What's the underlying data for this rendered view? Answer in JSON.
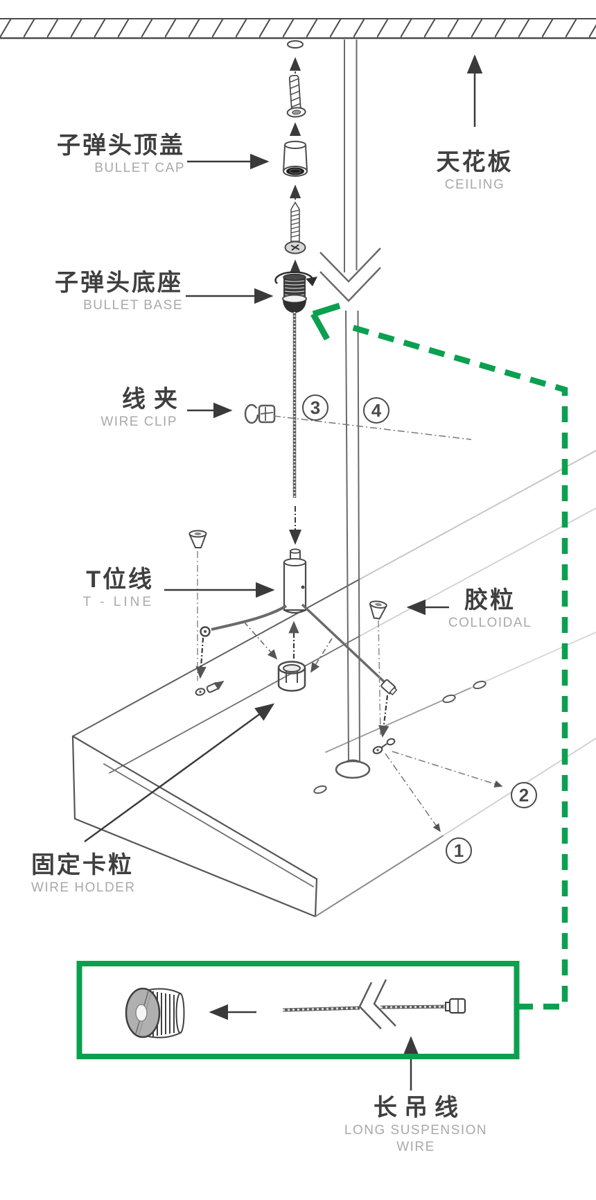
{
  "diagram": {
    "labels": {
      "bullet_cap": {
        "zh": "子弹头顶盖",
        "en": "BULLET CAP"
      },
      "ceiling": {
        "zh": "天花板",
        "en": "CEILING"
      },
      "bullet_base": {
        "zh": "子弹头底座",
        "en": "BULLET BASE"
      },
      "wire_clip": {
        "zh": "线夹",
        "en": "WIRE CLIP"
      },
      "t_line": {
        "zh": "T位线",
        "en": "T - LINE"
      },
      "colloidal": {
        "zh": "胶粒",
        "en": "COLLOIDAL"
      },
      "wire_holder": {
        "zh": "固定卡粒",
        "en": "WIRE HOLDER"
      },
      "long_wire": {
        "zh": "长吊线",
        "en_line1": "LONG SUSPENSION",
        "en_line2": "WIRE"
      }
    },
    "steps": {
      "s1": "1",
      "s2": "2",
      "s3": "3",
      "s4": "4"
    },
    "colors": {
      "accent_green": "#0aa04f",
      "line_ink": "#4a4a4a",
      "zh_text": "#3f3f3f",
      "en_text": "#a9a9a9"
    }
  }
}
